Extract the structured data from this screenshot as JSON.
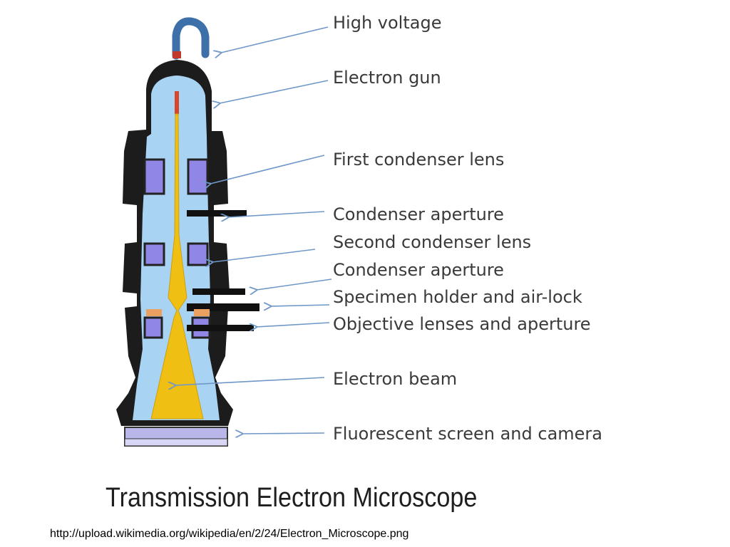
{
  "diagram": {
    "title": "Transmission Electron Microscope",
    "source": "http://upload.wikimedia.org/wikipedia/en/2/24/Electron_Microscope.png",
    "labels": [
      "High voltage",
      "Electron gun",
      "First condenser lens",
      "Condenser  aperture",
      "Second condenser lens",
      "Condenser aperture",
      "Specimen holder and air-lock",
      "Objective lenses and aperture",
      "Electron beam",
      "Fluorescent  screen  and camera"
    ]
  },
  "colors": {
    "column_body": "#1c1c1c",
    "vacuum_interior": "#a9d3f3",
    "lens_coil": "#8f86e6",
    "electron_beam": "#efbf14",
    "arrow": "#6f98c8",
    "label_text": "#3a3a3a",
    "screen": "#b9b7ea"
  }
}
